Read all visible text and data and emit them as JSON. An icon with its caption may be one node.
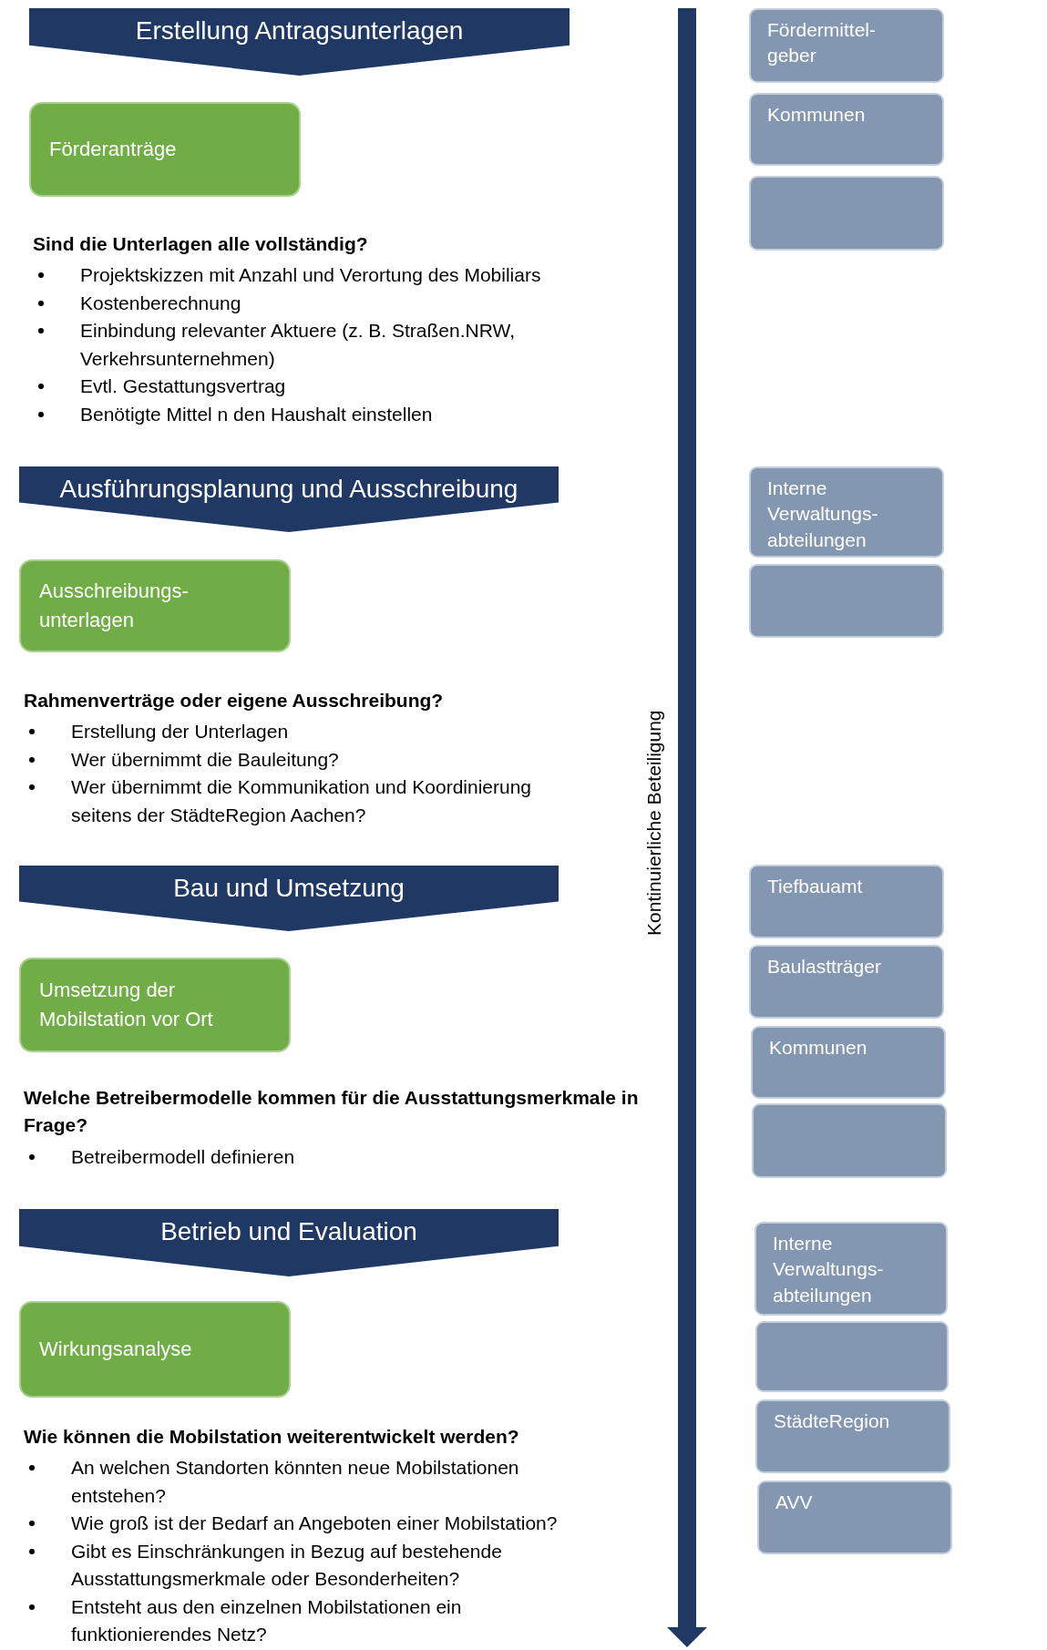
{
  "diagram": {
    "nodes": [
      {
        "text": [
          "Erstellung Antragsunterlagen"
        ]
      },
      {
        "text": [
          "Förderanträge"
        ]
      },
      {
        "text": [
          "Fördermittel- geber"
        ]
      },
      {
        "text": [
          "Kommunen"
        ]
      },
      {
        "text": [],
        "shape": "box"
      },
      {
        "text": [
          "Ausführungsplanung und Ausschreibung"
        ]
      },
      {
        "text": [
          "Ausschreibungs- unterlagen"
        ]
      },
      {
        "text": [
          "Interne Verwaltungs- abteilungen"
        ]
      },
      {
        "text": [],
        "shape": "box"
      },
      {
        "text": [
          "Bau und Umsetzung"
        ]
      },
      {
        "text": [
          "Umsetzung der Mobilstation vor Ort"
        ]
      },
      {
        "text": [
          "Tiefbauamt"
        ]
      },
      {
        "text": [
          "Baulastträger"
        ]
      },
      {
        "text": [
          "Kommunen"
        ]
      },
      {
        "text": [],
        "shape": "box"
      },
      {
        "text": [
          "Betrieb und Evaluation"
        ]
      },
      {
        "text": [
          "Wirkungsanalyse"
        ]
      },
      {
        "text": [
          "Interne Verwaltungs- abteilungen"
        ]
      },
      {
        "text": [],
        "shape": "box"
      },
      {
        "text": [
          "StädteRegion"
        ]
      },
      {
        "text": [
          "AVV"
        ]
      }
    ],
    "labels": [
      "Sind die Unterlagen alle vollständig?",
      "Projektskizzen mit Anzahl und Verortung des Mobiliars",
      "Kostenberechnung",
      "Einbindung relevanter Aktuere (z. B. Straßen.NRW, Verkehrsunternehmen)",
      "Evtl. Gestattungsvertrag",
      "Benötigte Mittel n den Haushalt einstellen",
      "Rahmenverträge oder eigene Ausschreibung?",
      "Erstellung der Unterlagen",
      "Wer übernimmt die Bauleitung?",
      "Wer übernimmt die Kommunikation und Koordinierung seitens der StädteRegion Aachen?",
      "Welche Betreibermodelle kommen für die Ausstattungsmerkmale in Frage?",
      "Betreibermodell definieren",
      "Wie können die Mobilstation weiterentwickelt werden?",
      "An welchen Standorten könnten neue Mobilstationen entstehen?",
      "Wie groß ist der Bedarf an Angeboten einer Mobilstation?",
      "Gibt es Einschränkungen in Bezug auf bestehende Ausstattungsmerkmale oder Besonderheiten?",
      "Entsteht aus den einzelnen Mobilstationen ein funktionierendes Netz?",
      "Kontinuierliche Beteiligung"
    ]
  }
}
